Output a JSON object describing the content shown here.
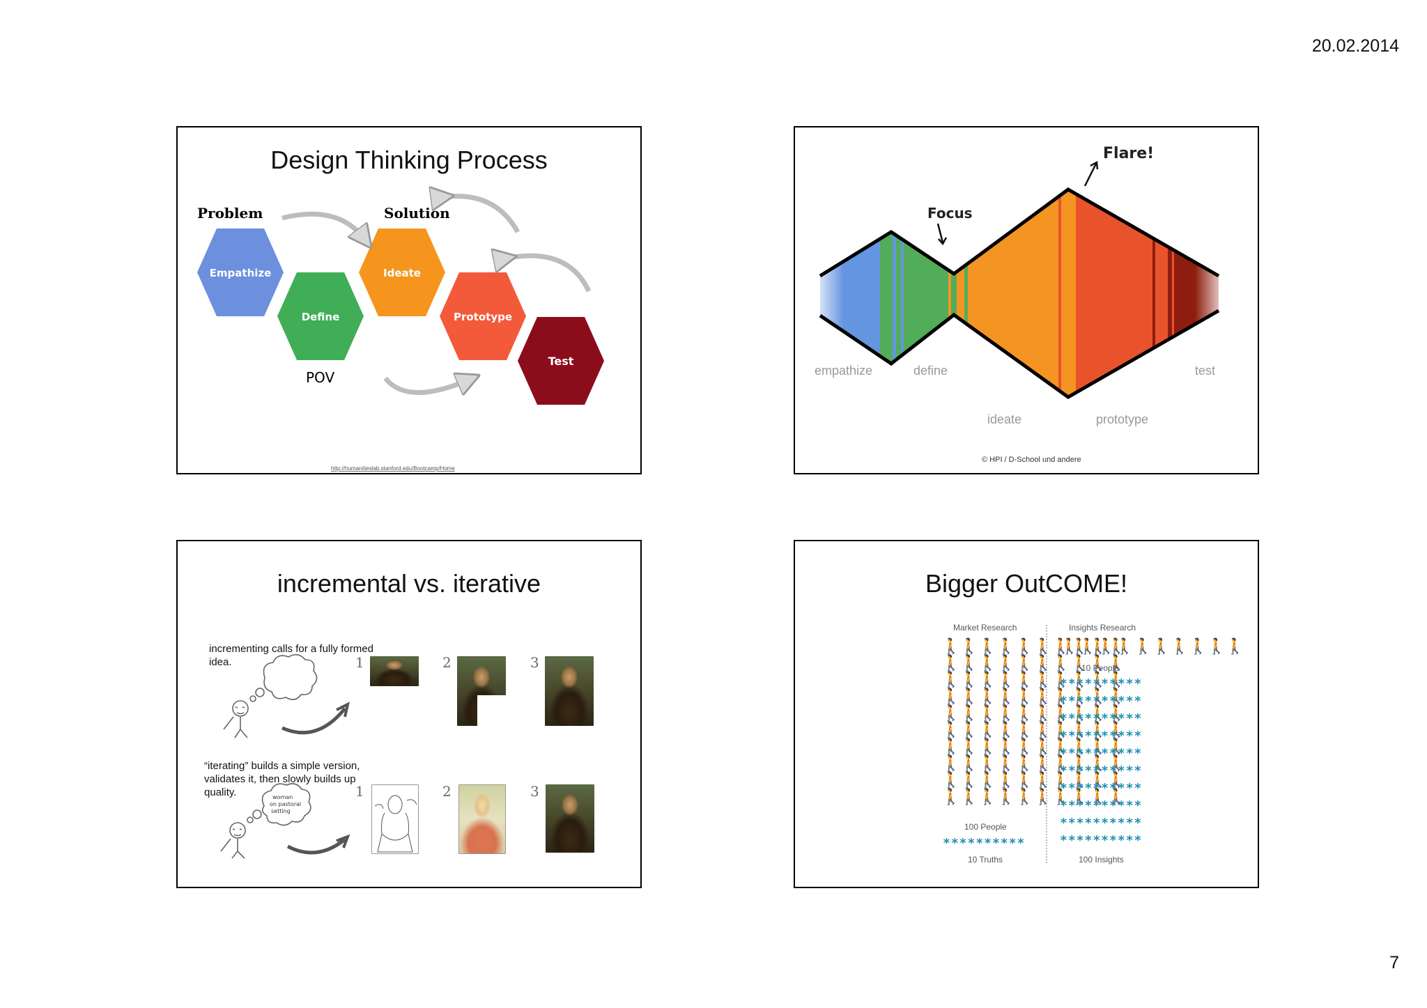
{
  "page": {
    "date": "20.02.2014",
    "number": "7"
  },
  "slide1": {
    "title": "Design Thinking Process",
    "problem": "Problem",
    "solution": "Solution",
    "hexes": [
      {
        "label": "Empathize",
        "color": "#6c8fde"
      },
      {
        "label": "Define",
        "color": "#3fae57"
      },
      {
        "label": "Ideate",
        "color": "#f5951e"
      },
      {
        "label": "Prototype",
        "color": "#f35a3a"
      },
      {
        "label": "Test",
        "color": "#8b0d1c"
      }
    ],
    "pov": "POV",
    "source": "http://humanitieslab.stanford.edu/Bootcamp/Home"
  },
  "slide2": {
    "focus": "Focus",
    "flare": "Flare!",
    "stages": [
      "empathize",
      "define",
      "ideate",
      "prototype",
      "test"
    ],
    "credit": "© HPI / D-School und andere",
    "colors": {
      "blue": "#6495e0",
      "green": "#52ad5a",
      "orange": "#f49422",
      "red": "#e9532c",
      "darkred": "#8e1d0f"
    }
  },
  "slide3": {
    "title": "incremental vs. iterative",
    "caption_incremental": "incrementing calls for a fully formed idea.",
    "caption_iterative": "“iterating” builds a simple version, validates it, then slowly builds up quality.",
    "thought_note": "woman on pastoral setting",
    "numbers": [
      "1",
      "2",
      "3"
    ]
  },
  "slide4": {
    "title": "Bigger OutCOME!",
    "market_research": "Market Research",
    "insights_research": "Insights Research",
    "people_10": "10 People",
    "people_100": "100 People",
    "truths_10": "10 Truths",
    "insights_100": "100 Insights",
    "person_row": "🚶🚶🚶🚶🚶🚶🚶🚶🚶🚶",
    "star_row": "**********"
  }
}
